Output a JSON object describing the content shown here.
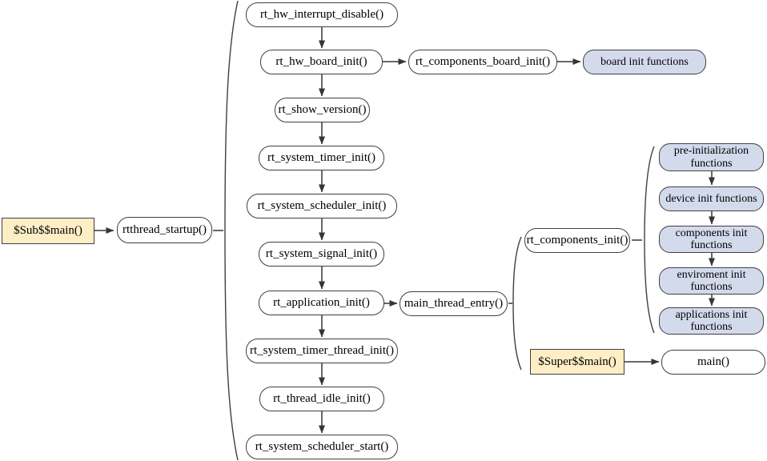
{
  "nodes": {
    "sub_main": {
      "label": "$Sub$$main()"
    },
    "rtthread_startup": {
      "label": "rtthread_startup()"
    },
    "rt_hw_interrupt_disable": {
      "label": "rt_hw_interrupt_disable()"
    },
    "rt_hw_board_init": {
      "label": "rt_hw_board_init()"
    },
    "rt_components_board_init": {
      "label": "rt_components_board_init()"
    },
    "board_init_functions": {
      "label": "board init functions"
    },
    "rt_show_version": {
      "label": "rt_show_version()"
    },
    "rt_system_timer_init": {
      "label": "rt_system_timer_init()"
    },
    "rt_system_scheduler_init": {
      "label": "rt_system_scheduler_init()"
    },
    "rt_system_signal_init": {
      "label": "rt_system_signal_init()"
    },
    "rt_application_init": {
      "label": "rt_application_init()"
    },
    "main_thread_entry": {
      "label": "main_thread_entry()"
    },
    "rt_components_init": {
      "label": "rt_components_init()"
    },
    "pre_initialization_functions": {
      "label": "pre-initialization functions"
    },
    "device_init_functions": {
      "label": "device init functions"
    },
    "components_init_functions": {
      "label": "components init functions"
    },
    "enviroment_init_functions": {
      "label": "enviroment init functions"
    },
    "applications_init_functions": {
      "label": "applications init functions"
    },
    "super_main": {
      "label": "$Super$$main()"
    },
    "main": {
      "label": "main()"
    },
    "rt_system_timer_thread_init": {
      "label": "rt_system_timer_thread_init()"
    },
    "rt_thread_idle_init": {
      "label": "rt_thread_idle_init()"
    },
    "rt_system_scheduler_start": {
      "label": "rt_system_scheduler_start()"
    }
  },
  "edges": [
    {
      "from": "sub_main",
      "to": "rtthread_startup",
      "type": "arrow"
    },
    {
      "from": "rtthread_startup",
      "to": "startup-sequence-group",
      "type": "brace"
    },
    {
      "from": "rt_hw_interrupt_disable",
      "to": "rt_hw_board_init",
      "type": "arrow"
    },
    {
      "from": "rt_hw_board_init",
      "to": "rt_components_board_init",
      "type": "arrow"
    },
    {
      "from": "rt_components_board_init",
      "to": "board_init_functions",
      "type": "arrow"
    },
    {
      "from": "rt_hw_board_init",
      "to": "rt_show_version",
      "type": "arrow"
    },
    {
      "from": "rt_show_version",
      "to": "rt_system_timer_init",
      "type": "arrow"
    },
    {
      "from": "rt_system_timer_init",
      "to": "rt_system_scheduler_init",
      "type": "arrow"
    },
    {
      "from": "rt_system_scheduler_init",
      "to": "rt_system_signal_init",
      "type": "arrow"
    },
    {
      "from": "rt_system_signal_init",
      "to": "rt_application_init",
      "type": "arrow"
    },
    {
      "from": "rt_application_init",
      "to": "main_thread_entry",
      "type": "arrow"
    },
    {
      "from": "main_thread_entry",
      "to": "main-thread-group",
      "type": "brace"
    },
    {
      "from": "rt_components_init",
      "to": "component-init-group",
      "type": "brace"
    },
    {
      "from": "pre_initialization_functions",
      "to": "device_init_functions",
      "type": "arrow"
    },
    {
      "from": "device_init_functions",
      "to": "components_init_functions",
      "type": "arrow"
    },
    {
      "from": "components_init_functions",
      "to": "enviroment_init_functions",
      "type": "arrow"
    },
    {
      "from": "enviroment_init_functions",
      "to": "applications_init_functions",
      "type": "arrow"
    },
    {
      "from": "super_main",
      "to": "main",
      "type": "arrow"
    },
    {
      "from": "rt_application_init",
      "to": "rt_system_timer_thread_init",
      "type": "arrow"
    },
    {
      "from": "rt_system_timer_thread_init",
      "to": "rt_thread_idle_init",
      "type": "arrow"
    },
    {
      "from": "rt_thread_idle_init",
      "to": "rt_system_scheduler_start",
      "type": "arrow"
    }
  ],
  "colors": {
    "background": "#ffffff",
    "node_fill": "#ffffff",
    "module_fill": "#d3daec",
    "highlight_fill": "#fdeec6",
    "border": "#3f3f3f",
    "arrow": "#363636",
    "text": "#000000"
  }
}
